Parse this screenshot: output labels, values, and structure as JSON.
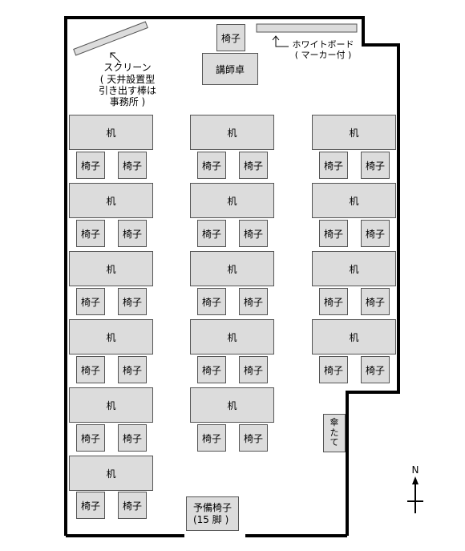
{
  "labels": {
    "screen": "スクリーン\n( 天井設置型\n引き出す棒は\n事務所 )",
    "whiteboard": "ホワイトボード\n( マーカー付 )",
    "lectern": "講師卓",
    "lectern_chair": "椅子",
    "desk": "机",
    "chair": "椅子",
    "spare_chairs": "予備椅子\n(15 脚 )",
    "umbrella": "傘\nた\nて",
    "north": "N"
  }
}
